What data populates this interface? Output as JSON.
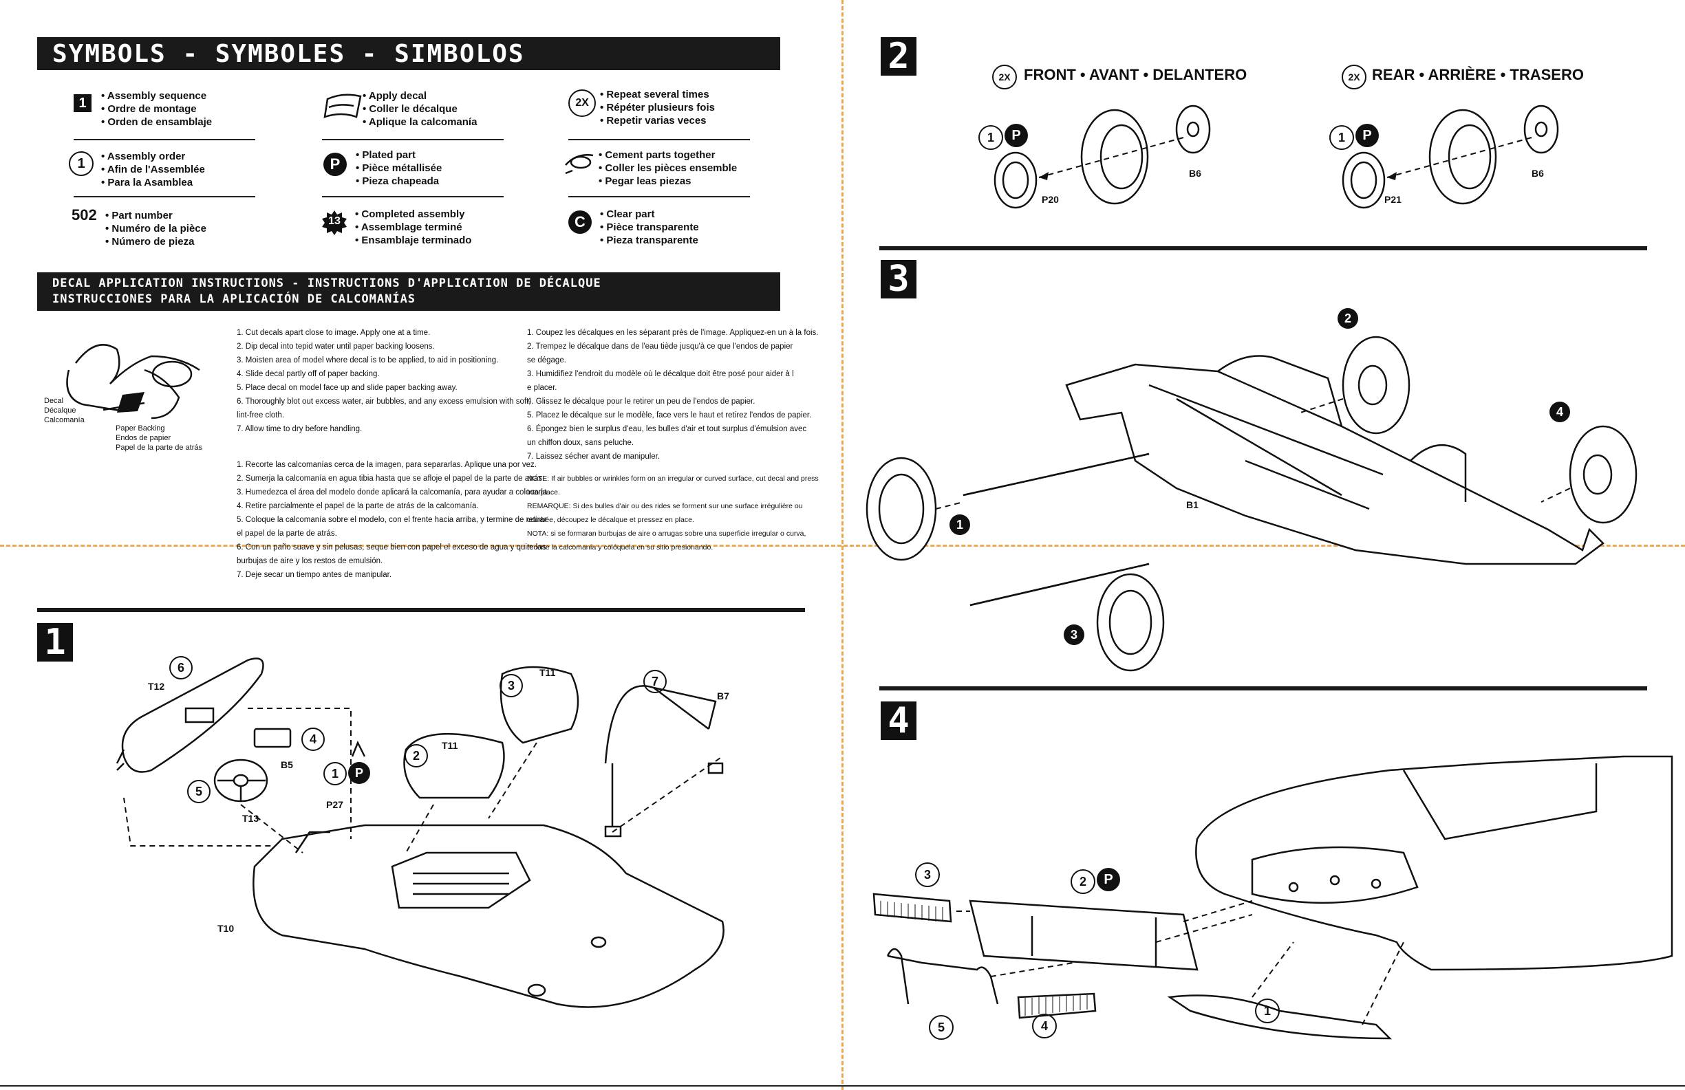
{
  "symbols_header": "SYMBOLS - SYMBOLES - SIMBOLOS",
  "symbols": {
    "seq_num": "1",
    "seq": [
      "Assembly sequence",
      "Ordre de montage",
      "Orden de ensamblaje"
    ],
    "decal": [
      "Apply decal",
      "Coller le décalque",
      "Aplique la calcomanía"
    ],
    "repeat_tag": "2X",
    "repeat": [
      "Repeat several times",
      "Répéter plusieurs fois",
      "Repetir varias veces"
    ],
    "order_num": "1",
    "order": [
      "Assembly order",
      "Afin de l'Assemblée",
      "Para la Asamblea"
    ],
    "plated_tag": "P",
    "plated": [
      "Plated part",
      "Pièce métallisée",
      "Pieza chapeada"
    ],
    "cement": [
      "Cement parts together",
      "Coller les pièces ensemble",
      "Pegar leas piezas"
    ],
    "part_num": "502",
    "part": [
      "Part number",
      "Numéro de la pièce",
      "Número de pieza"
    ],
    "completed_tag": "13",
    "completed": [
      "Completed assembly",
      "Assemblage terminé",
      "Ensamblaje terminado"
    ],
    "clear_tag": "C",
    "clear": [
      "Clear part",
      "Pièce transparente",
      "Pieza transparente"
    ]
  },
  "decal_header": {
    "line1": "DECAL APPLICATION INSTRUCTIONS - INSTRUCTIONS D'APPLICATION DE DÉCALQUE",
    "line2": "INSTRUCCIONES PARA LA APLICACIÓN DE CALCOMANÍAS"
  },
  "decal_figure": {
    "decal": [
      "Decal",
      "Décalque",
      "Calcomanía"
    ],
    "backing": [
      "Paper Backing",
      "Endos de papier",
      "Papel de la parte de atrás"
    ]
  },
  "instructions_en": [
    "1.  Cut decals apart close to image. Apply one at a time.",
    "2.  Dip decal into tepid water until paper backing loosens.",
    "3.  Moisten area of model where decal is to be applied, to aid in positioning.",
    "4.  Slide decal partly off of paper backing.",
    "5.  Place decal on model face up and slide paper backing away.",
    "6.  Thoroughly blot out excess water, air bubbles, and any excess emulsion with soft,",
    "     lint-free cloth.",
    "7.  Allow time to dry before handling."
  ],
  "instructions_es": [
    "1.  Recorte las calcomanías cerca de la imagen, para separarlas. Aplique una por vez.",
    "2.  Sumerja la calcomanía en agua tibia hasta que se afloje el papel de la parte de atrás.",
    "3.  Humedezca el área del modelo donde aplicará la calcomanía, para ayudar a colocarla.",
    "4.  Retire parcialmente el papel de la parte de atrás de la calcomanía.",
    "5.  Coloque la calcomanía sobre el modelo, con el frente hacia arriba, y termine de retirar",
    "     el papel de la parte de atrás.",
    "6.  Con un paño suave y sin pelusas, seque bien con papel el exceso de agua y quite las",
    "     burbujas de aire y los restos de emulsión.",
    "7.  Deje secar un tiempo antes de manipular."
  ],
  "instructions_fr": [
    "1.  Coupez les décalques en les séparant près de l'image. Appliquez-en un à la fois.",
    "2.  Trempez le décalque dans de l'eau tiède jusqu'à ce que l'endos de papier",
    "     se dégage.",
    "3.  Humidifiez l'endroit du modèle où le décalque doit être posé pour aider à l",
    "     e placer.",
    "4.  Glissez le décalque pour le retirer un peu de l'endos de papier.",
    "5.  Placez le décalque sur le modèle, face vers le haut et retirez l'endos de papier.",
    "6.  Épongez bien le surplus d'eau, les bulles d'air et tout surplus d'émulsion avec",
    "     un chiffon doux, sans peluche.",
    "7.  Laissez sécher avant de manipuler."
  ],
  "notes": [
    "NOTE: If air bubbles or wrinkles form on an irregular or curved surface, cut decal and press",
    "into place.",
    "REMARQUE: Si des bulles d'air ou des rides se forment sur une surface irrégulière ou",
    "courbée, découpez le décalque et pressez en place.",
    "NOTA: si se formaran burbujas de aire o arrugas sobre una superficie irregular o curva,",
    "recorte la calcomanía y colóquela en su sitio presionando."
  ],
  "step1": {
    "num": "1",
    "parts": {
      "t12": "T12",
      "t11a": "T11",
      "t11b": "T11",
      "b7": "B7",
      "b5": "B5",
      "t13": "T13",
      "p27": "P27",
      "t10": "T10"
    },
    "callouts": {
      "c6": "6",
      "c3": "3",
      "c7": "7",
      "c4": "4",
      "c2": "2",
      "c5": "5",
      "c1": "1",
      "p": "P"
    }
  },
  "step2": {
    "num": "2",
    "front_tag": "2X",
    "front_label": "FRONT • AVANT • DELANTERO",
    "rear_tag": "2X",
    "rear_label": "REAR • ARRIÈRE • TRASERO",
    "c1a": "1",
    "pa": "P",
    "c1b": "1",
    "pb": "P",
    "parts": {
      "b6a": "B6",
      "p20": "P20",
      "b6b": "B6",
      "p21": "P21"
    }
  },
  "step3": {
    "num": "3",
    "callouts": {
      "c1": "1",
      "c2": "2",
      "c3": "3",
      "c4": "4"
    },
    "parts": {
      "b1": "B1"
    }
  },
  "step4": {
    "num": "4",
    "callouts": {
      "c3": "3",
      "c2": "2",
      "p": "P",
      "c5": "5",
      "c4": "4",
      "c1": "1"
    }
  }
}
